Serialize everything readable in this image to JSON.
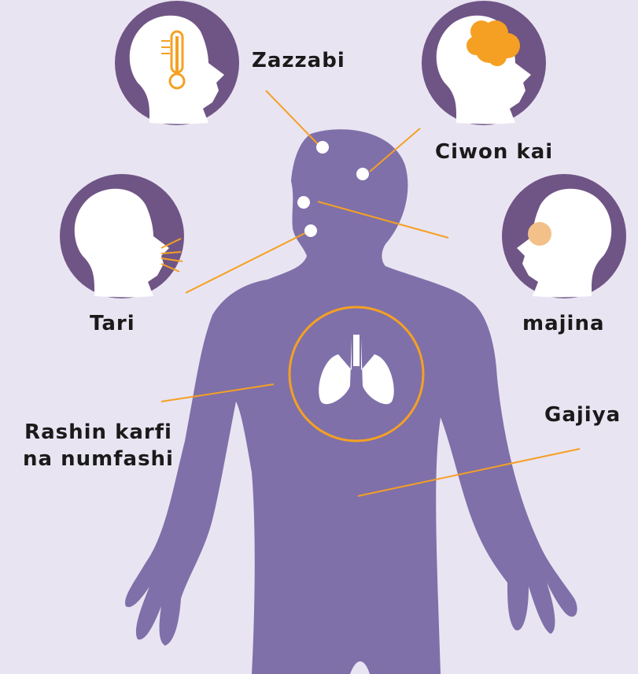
{
  "symptoms": {
    "fever": "Zazzabi",
    "headache": "Ciwon kai",
    "cough": "Tari",
    "sore_throat": "majina",
    "breath_line1": "Rashin karfi",
    "breath_line2": "na numfashi",
    "fatigue": "Gajiya"
  },
  "colors": {
    "background": "#e9e4f2",
    "body": "#7f70a9",
    "circle": "#6f5585",
    "accent": "#f5a023",
    "glow": "#f2c089",
    "white": "#ffffff"
  },
  "icons": [
    "thermometer-icon",
    "headache-icon",
    "cough-icon",
    "throat-icon",
    "lungs-icon"
  ]
}
